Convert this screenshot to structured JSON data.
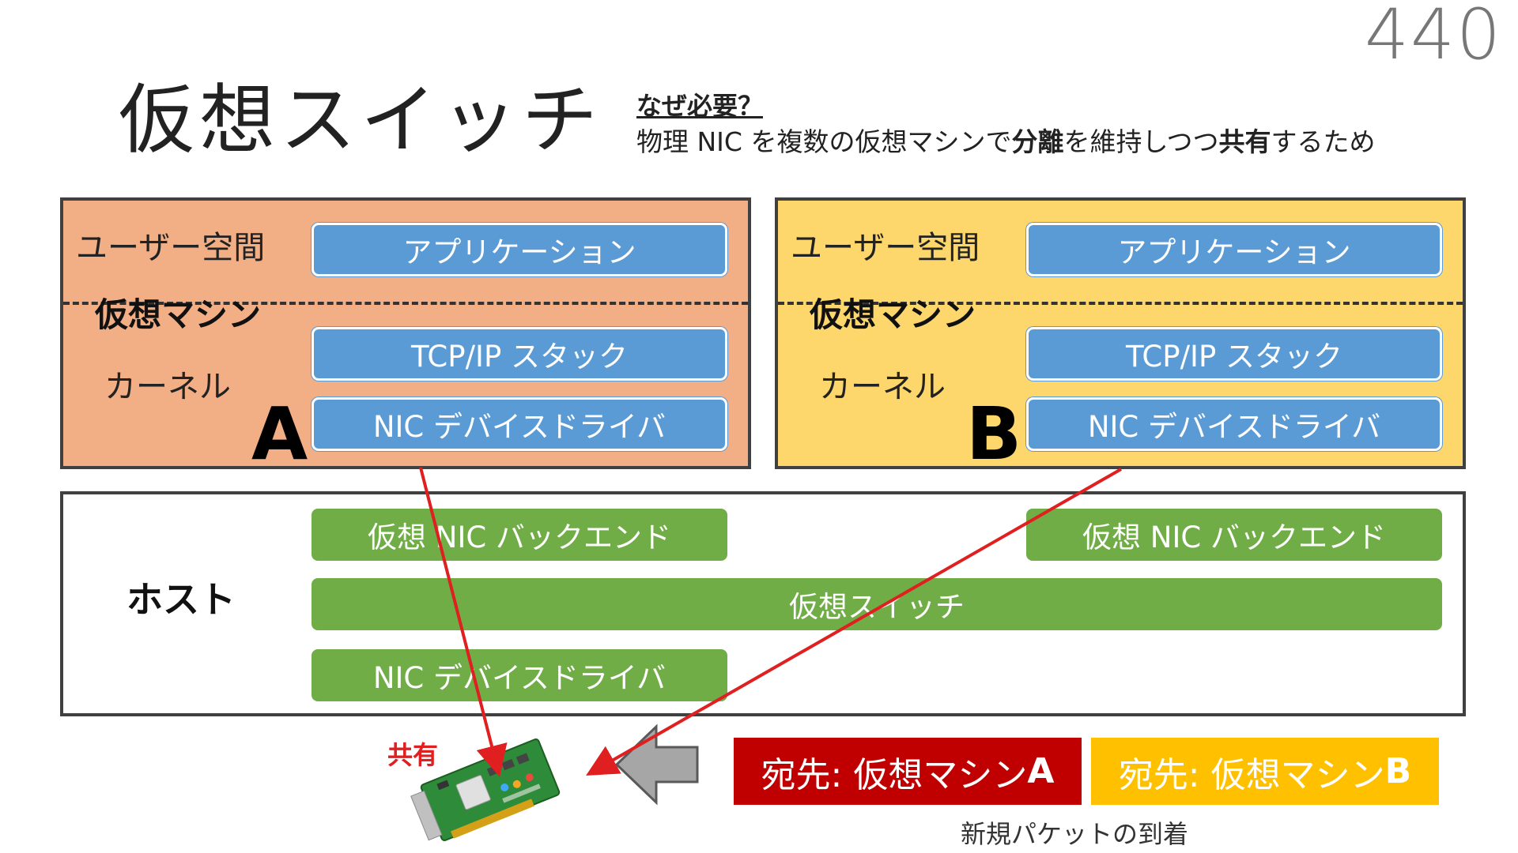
{
  "page_number": "440",
  "title": "仮想スイッチ",
  "why": {
    "heading": "なぜ必要？",
    "text_parts": [
      "物理 NIC を複数の仮想マシンで",
      "分離",
      "を維持しつつ",
      "共有",
      "するため"
    ]
  },
  "vm_a": {
    "user_space_label": "ユーザー空間",
    "vm_label": "仮想マシン",
    "kernel_label": "カーネル",
    "letter": "A",
    "app_label": "アプリケーション",
    "tcpip_label": "TCP/IP スタック",
    "nic_driver_label": "NIC デバイスドライバ"
  },
  "vm_b": {
    "user_space_label": "ユーザー空間",
    "vm_label": "仮想マシン",
    "kernel_label": "カーネル",
    "letter": "B",
    "app_label": "アプリケーション",
    "tcpip_label": "TCP/IP スタック",
    "nic_driver_label": "NIC デバイスドライバ"
  },
  "host": {
    "label": "ホスト",
    "backend_a_label": "仮想 NIC バックエンド",
    "backend_b_label": "仮想 NIC バックエンド",
    "switch_label": "仮想スイッチ",
    "nic_driver_label": "NIC デバイスドライバ"
  },
  "shared_label": "共有",
  "packets": {
    "a_prefix": "宛先: 仮想マシン",
    "a_letter": "A",
    "b_prefix": "宛先: 仮想マシン",
    "b_letter": "B"
  },
  "arrival_label": "新規パケットの到着",
  "colors": {
    "vm_a_bg": "#f2ae85",
    "vm_b_bg": "#fdd66c",
    "blue_component": "#5b9bd5",
    "green_component": "#70ad47",
    "arrow_red": "#e02020",
    "packet_a": "#c00000",
    "packet_b": "#ffc000"
  },
  "icons": [
    "nic-card-icon",
    "left-arrow-icon"
  ]
}
